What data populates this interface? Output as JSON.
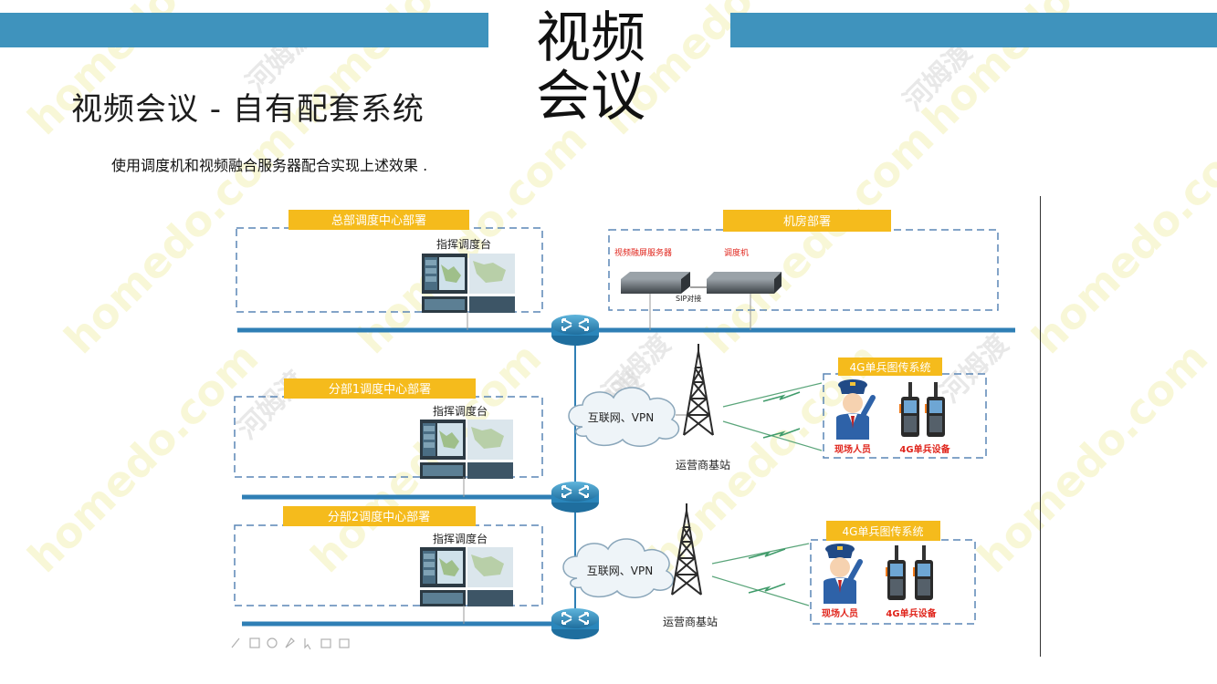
{
  "header": {
    "title": "视频\n会议",
    "subtitle": "视频会议 - 自有配套系统",
    "description": "使用调度机和视频融合服务器配合实现上述效果 ."
  },
  "diagram": {
    "hq_label": "总部调度中心部署",
    "branch1_label": "分部1调度中心部署",
    "branch2_label": "分部2调度中心部署",
    "console_label": "指挥调度台",
    "machine_room_label": "机房部署",
    "fusion_server_label": "视频融屏服务器",
    "dispatcher_label": "调度机",
    "sip_label": "SIP对接",
    "internet_label": "互联网、VPN",
    "base_station_label": "运营商基站",
    "system_label": "4G单兵图传系统",
    "field_person_label": "现场人员",
    "device_label": "4G单兵设备"
  },
  "watermark": {
    "text": "homedo.com",
    "cn_text": "河姆渡"
  },
  "colors": {
    "accent_bar": "#3f93bd",
    "label_box": "#f5bb1c",
    "network_line": "#2f7fb5",
    "red_text": "#e0251c",
    "watermark": "#f4f1b8"
  }
}
